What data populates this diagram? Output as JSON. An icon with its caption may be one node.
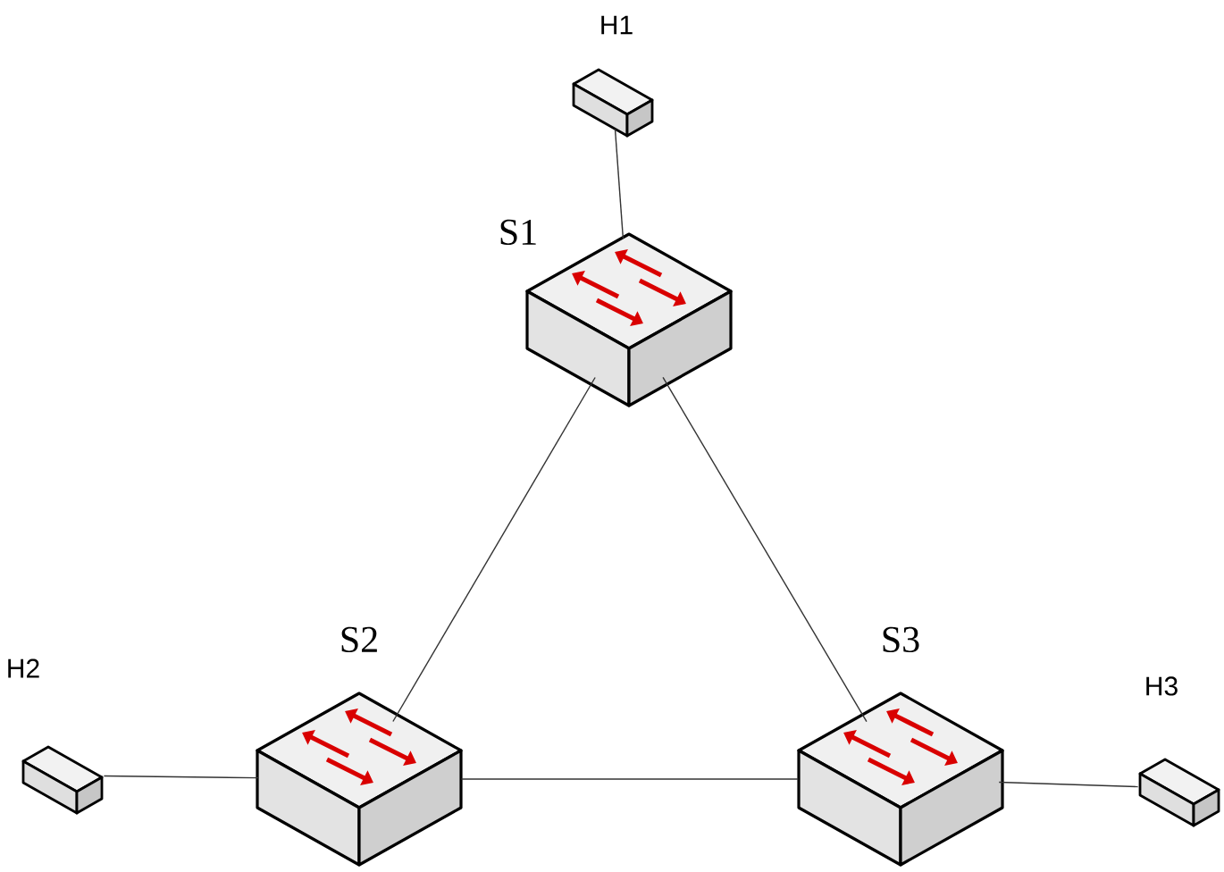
{
  "diagram": {
    "nodes": [
      {
        "text": [
          "H1"
        ]
      },
      {
        "text": [
          "S1"
        ]
      },
      {
        "text": [
          "H2"
        ]
      },
      {
        "text": [
          "S2"
        ]
      },
      {
        "text": [
          "S3"
        ]
      },
      {
        "text": [
          "H3"
        ]
      }
    ],
    "edges": [
      {
        "from": 0,
        "to": 1,
        "arrow": "none"
      },
      {
        "from": 1,
        "to": 3,
        "arrow": "none"
      },
      {
        "from": 1,
        "to": 4,
        "arrow": "none"
      },
      {
        "from": 2,
        "to": 3,
        "arrow": "none"
      },
      {
        "from": 3,
        "to": 4,
        "arrow": "none"
      },
      {
        "from": 4,
        "to": 5,
        "arrow": "none"
      }
    ]
  }
}
